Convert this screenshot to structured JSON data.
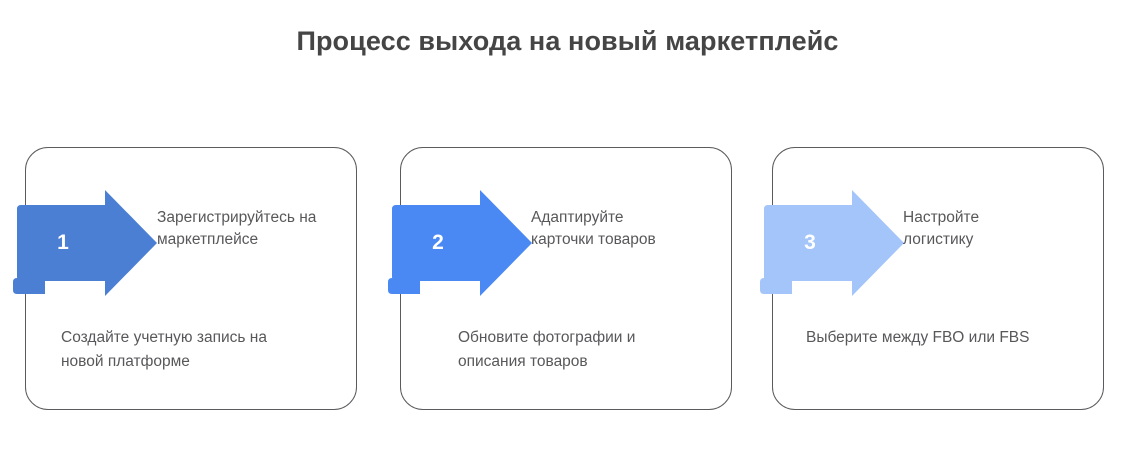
{
  "page": {
    "title": "Процесс выхода на новый маркетплейс",
    "background_color": "#ffffff",
    "title_color": "#454545",
    "text_color": "#58585b",
    "card_border_color": "#5b5b5e"
  },
  "steps": [
    {
      "number": "1",
      "title": "Зарегистрируйтесь на\nмаркетплейсе",
      "description": "Создайте учетную запись на\nновой платформе",
      "arrow_color": "#4a7fd4",
      "number_color": "#ffffff"
    },
    {
      "number": "2",
      "title": "Адаптируйте\nкарточки товаров",
      "description": "Обновите фотографии и\nописания товаров",
      "arrow_color": "#4a89f3",
      "number_color": "#ffffff"
    },
    {
      "number": "3",
      "title": "Настройте\nлогистику",
      "description": "Выберите между FBO или FBS",
      "arrow_color": "#a4c5f9",
      "number_color": "#ffffff"
    }
  ]
}
